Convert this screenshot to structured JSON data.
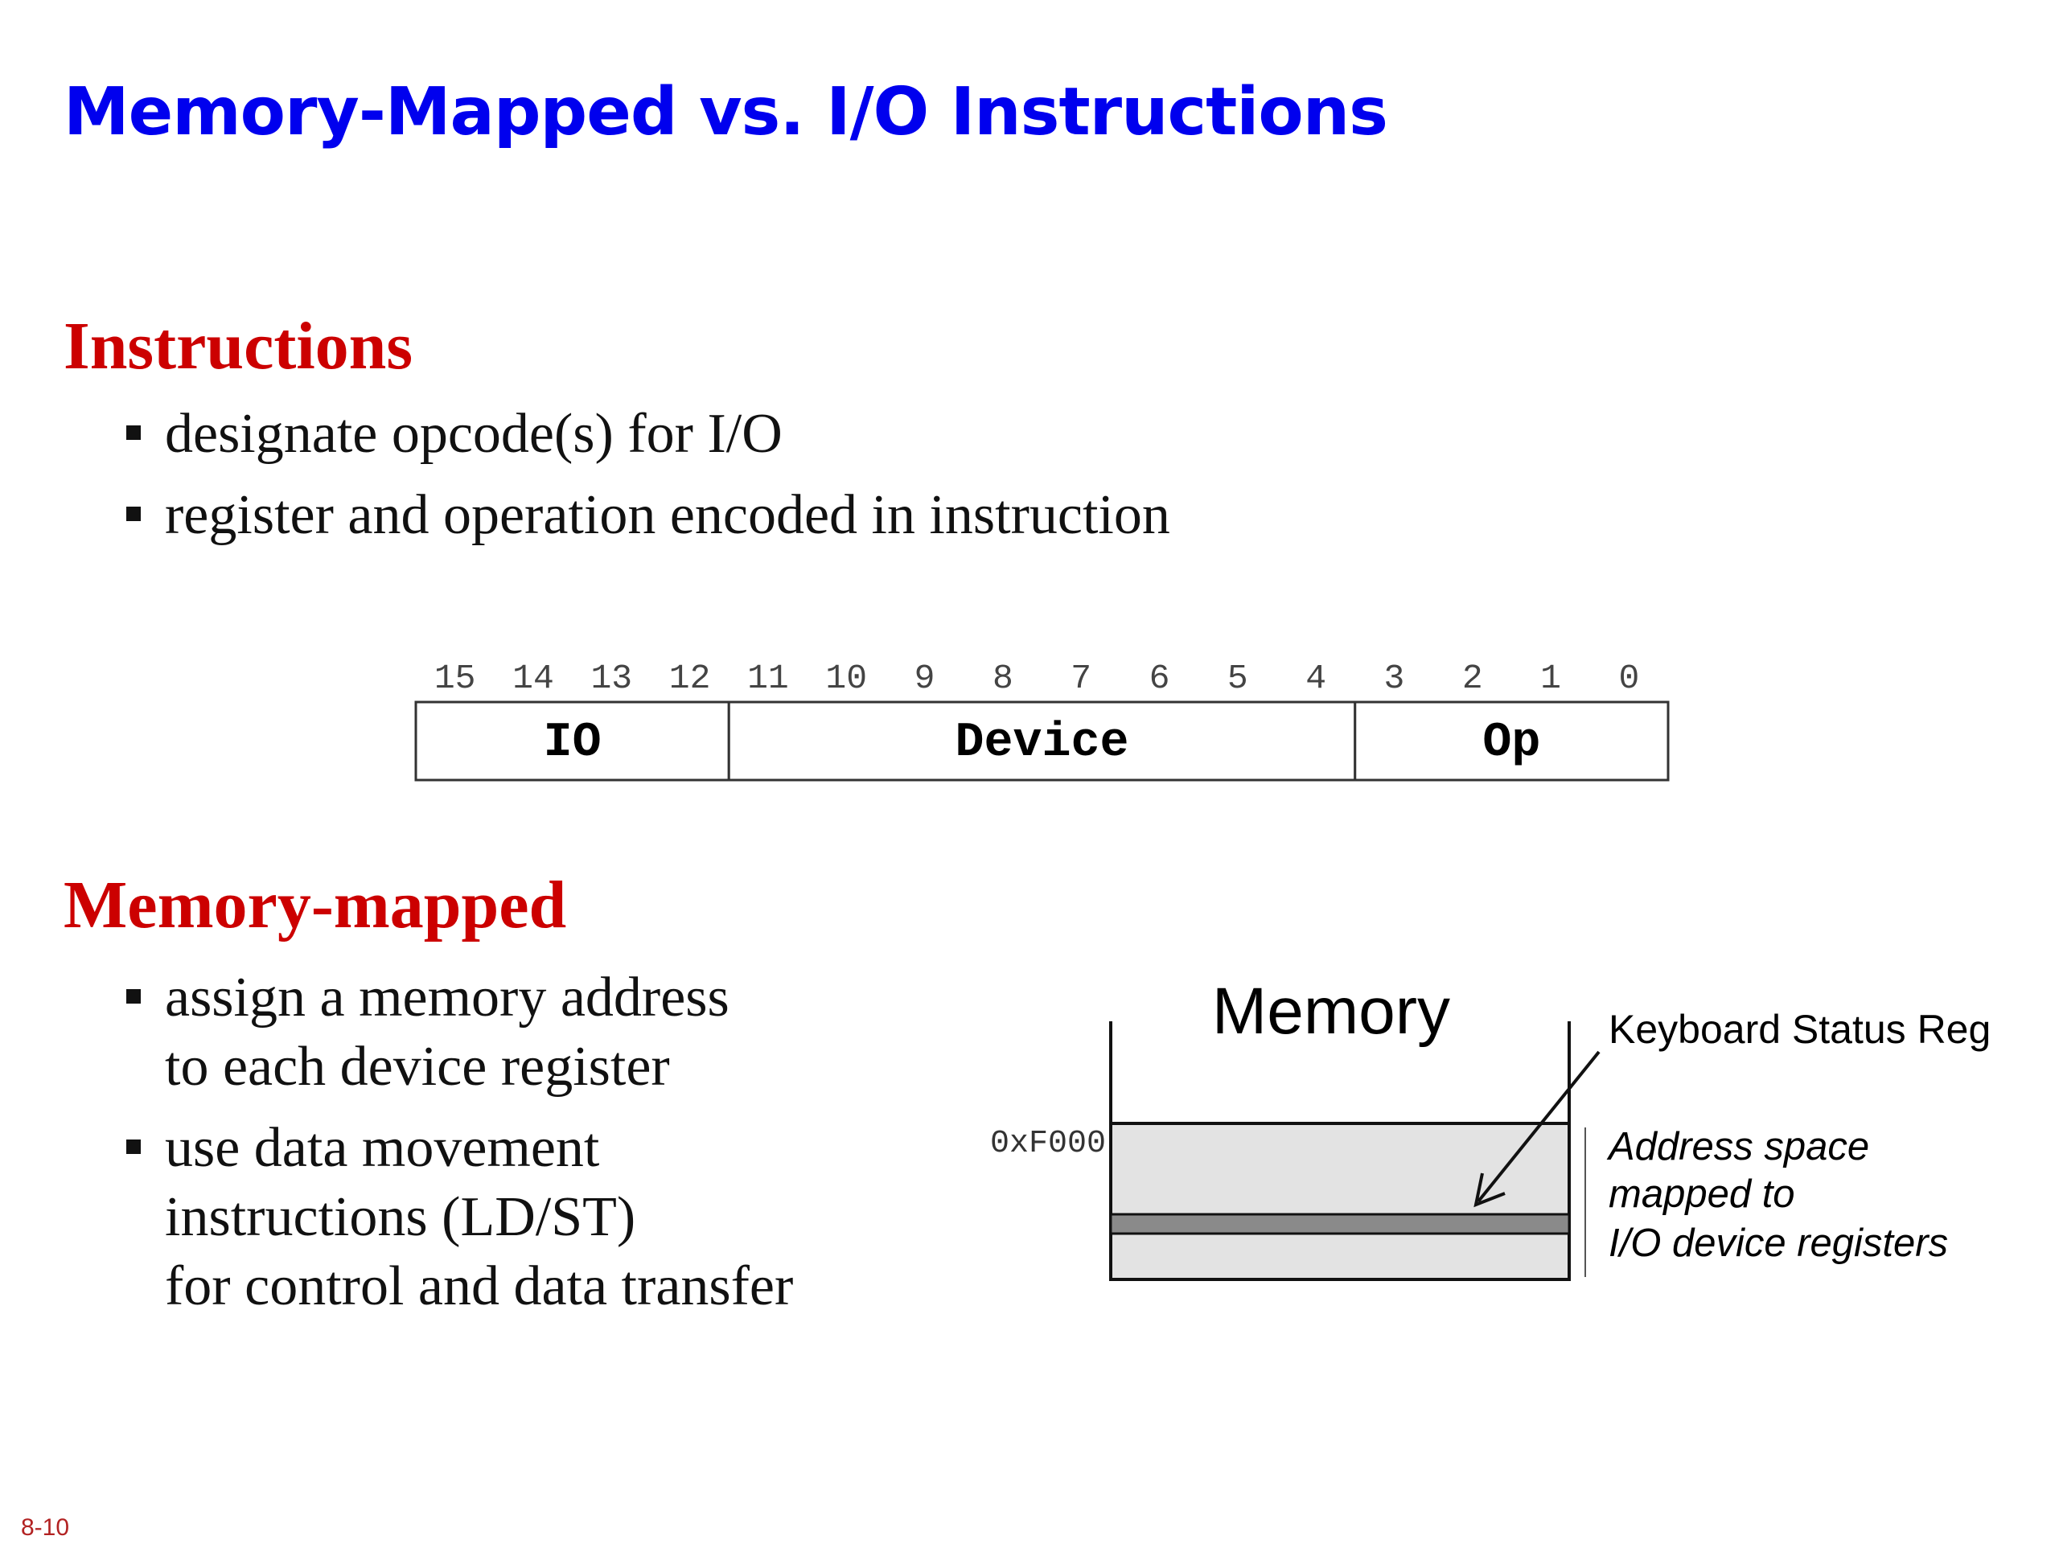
{
  "slide": {
    "title": "Memory-Mapped vs. I/O Instructions",
    "number": "8-10"
  },
  "instructions": {
    "heading": "Instructions",
    "bullets": [
      "designate opcode(s) for I/O",
      "register and operation encoded in instruction"
    ]
  },
  "format": {
    "bits": [
      "15",
      "14",
      "13",
      "12",
      "11",
      "10",
      "9",
      "8",
      "7",
      "6",
      "5",
      "4",
      "3",
      "2",
      "1",
      "0"
    ],
    "fields": [
      {
        "label": "IO",
        "from_bit": 15,
        "to_bit": 12
      },
      {
        "label": "Device",
        "from_bit": 11,
        "to_bit": 4
      },
      {
        "label": "Op",
        "from_bit": 3,
        "to_bit": 0
      }
    ]
  },
  "memory_mapped": {
    "heading": "Memory-mapped",
    "bullets": [
      "assign a memory address\nto each device register",
      "use data movement\ninstructions (LD/ST)\nfor control and data transfer"
    ]
  },
  "memory_diagram": {
    "title": "Memory",
    "address_label": "0xF000",
    "register_label": "Keyboard Status Reg",
    "region_label": [
      "Address space",
      "mapped to",
      "I/O device registers"
    ],
    "colors": {
      "region_fill": "#e3e3e3",
      "register_fill": "#8a8a8a",
      "line": "#111111"
    }
  }
}
